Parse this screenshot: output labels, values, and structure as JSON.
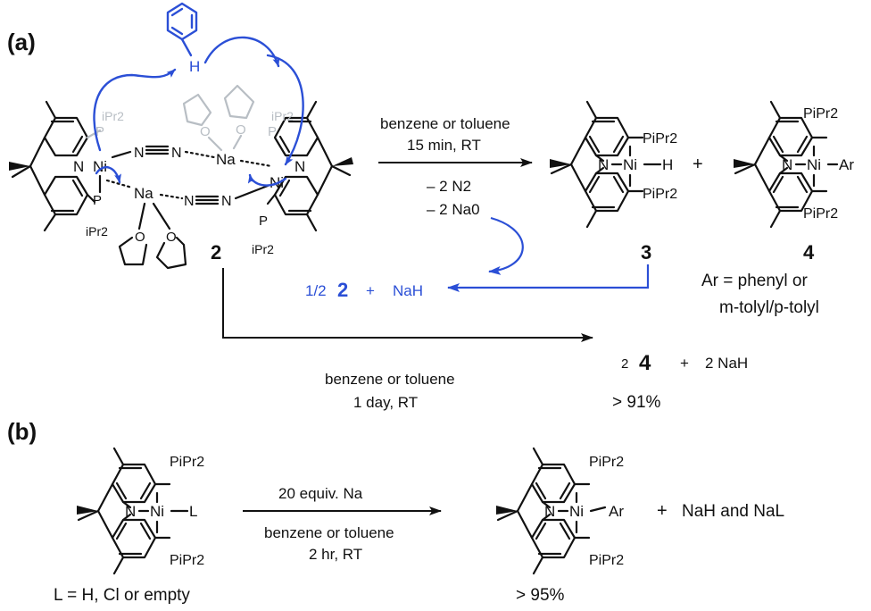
{
  "panels": {
    "a": "(a)",
    "b": "(b)"
  },
  "atoms": {
    "N": "N",
    "Ni": "Ni",
    "Na": "Na",
    "P": "P",
    "O": "O",
    "H": "H",
    "L": "L",
    "Ar": "Ar",
    "iPr2": "iPr2",
    "pipr2": "PiPr2"
  },
  "compounds": {
    "c2": "2",
    "c3": "3",
    "c4": "4"
  },
  "reaction_a_top": {
    "conditions_above": [
      "benzene or toluene",
      "15 min, RT"
    ],
    "byproducts": [
      "– 2 N2",
      "– 2 Na0"
    ],
    "plus": "+",
    "ar_definition": [
      "Ar = phenyl or",
      "m-tolyl/p-tolyl"
    ]
  },
  "recycle": {
    "coefficient": "1/2",
    "compound": "2",
    "plus": "+",
    "nah": "NaH"
  },
  "reaction_a_bottom": {
    "conditions_below": [
      "benzene or toluene",
      "1 day, RT"
    ],
    "product_coefficient": "2",
    "product_compound": "4",
    "plus": "+",
    "nah": "2  NaH",
    "yield": "> 91%"
  },
  "reaction_b": {
    "conditions_above": "20 equiv. Na",
    "conditions_below": [
      "benzene or toluene",
      "2 hr, RT"
    ],
    "l_definition": "L = H, Cl or empty",
    "plus": "+",
    "side_products": "NaH and NaL",
    "yield": "> 95%"
  },
  "colors": {
    "black": "#111111",
    "blue": "#2b4fd6",
    "grey": "#b8bec4"
  }
}
